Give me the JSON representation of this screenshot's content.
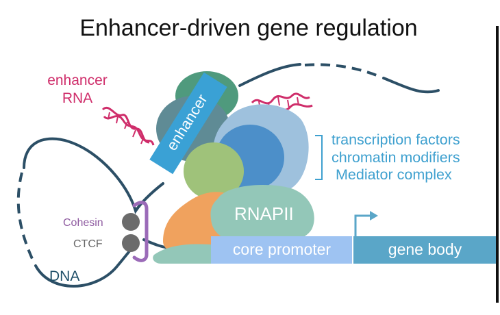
{
  "title": "Enhancer-driven gene regulation",
  "labels": {
    "enhancer_rna": [
      "enhancer",
      "RNA"
    ],
    "enhancer": "enhancer",
    "protein_factors": [
      "transcription factors",
      "chromatin modifiers",
      "Mediator complex"
    ],
    "cohesin": "Cohesin",
    "ctcf": "CTCF",
    "dna": "DNA",
    "rnapii": "RNAPII",
    "core_promoter": "core promoter",
    "gene_body": "gene body"
  },
  "colors": {
    "dna": "#1f4f68",
    "enhancer_rna": "#cf2d6a",
    "enhancer_box": "#3aa1d5",
    "factors_text": "#3ea0cf",
    "cohesin_ring": "#9b6bb8",
    "ctcf_balls": "#6b6b6b",
    "rnapii": "#93c7b8",
    "core_promoter": "#9ec3f2",
    "gene_body": "#5aa6c8",
    "tss_arrow": "#5aa6c8"
  }
}
